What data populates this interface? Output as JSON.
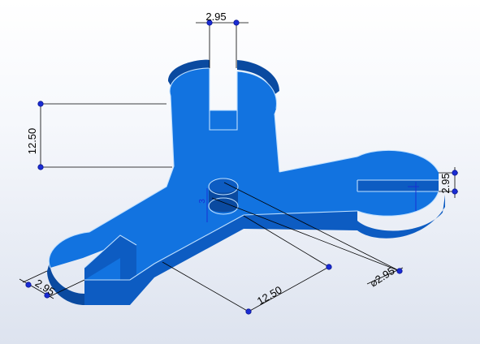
{
  "part": {
    "top_color": "#1273e0",
    "side_color": "#0d5cc2",
    "dark_color": "#0a4aa0",
    "edge_color": "#bfe0ff"
  },
  "dimensions": {
    "top_slot_width": "2.95",
    "left_vertical": "12.50",
    "right_slot_width": "2.95",
    "center_small": "3",
    "bottom_left_slot": "2.95",
    "bottom_length": "12.50",
    "diameter": "⌀2.95"
  },
  "handle_color": "#1a2cd4"
}
